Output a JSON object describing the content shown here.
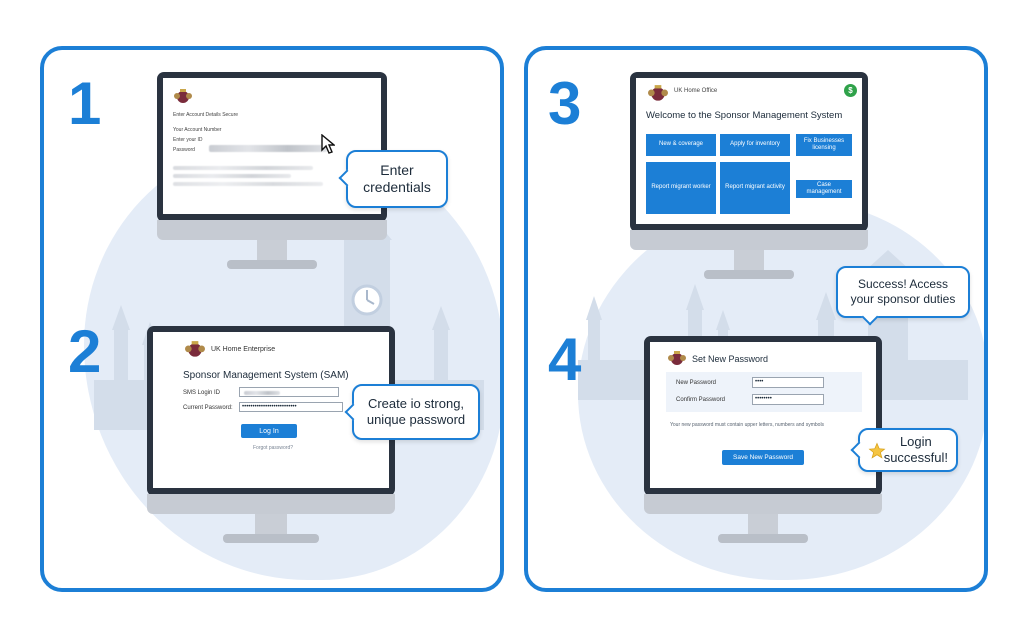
{
  "steps": [
    "1",
    "2",
    "3",
    "4"
  ],
  "step1": {
    "line1": "Enter",
    "line2": "credentials",
    "header": "Enter Account Details Secure",
    "field1": "Your Account Number",
    "field2": "Enter your ID",
    "field3": "Password"
  },
  "step2": {
    "org": "UK Home Enterprise",
    "title": "Sponsor Management System (SAM)",
    "user_label": "SMS Login ID",
    "pass_label": "Current Password:",
    "pass_value": "••••••••••••••••••••••••••",
    "login_button": "Log In",
    "forgot": "Forgot password?",
    "line1": "Create io strong,",
    "line2": "unique password"
  },
  "step3": {
    "org": "UK Home Office",
    "badge": "$",
    "title": "Welcome to the Sponsor Management System",
    "tiles": [
      "New & coverage",
      "Apply for inventory",
      "Fix Businesses licensing",
      "Report migrant worker",
      "Report migrant activity",
      "Case management"
    ],
    "line1": "Success! Access",
    "line2": "your sponsor duties"
  },
  "step4": {
    "title": "Set New Password",
    "new_label": "New Password",
    "new_value": "••••",
    "confirm_label": "Confirm Password",
    "confirm_value": "••••••••",
    "note": "Your new password must contain upper letters, numbers and symbols",
    "button": "Save New Password",
    "line1": "Login",
    "line2": "successful!"
  },
  "colors": {
    "accent": "#1c7fd6",
    "bezel": "#2a3340",
    "blob": "#e4ecf7"
  },
  "icons": [
    "crest-icon",
    "cursor-icon",
    "star-icon",
    "dollar-badge-icon",
    "clock-tower-icon"
  ]
}
